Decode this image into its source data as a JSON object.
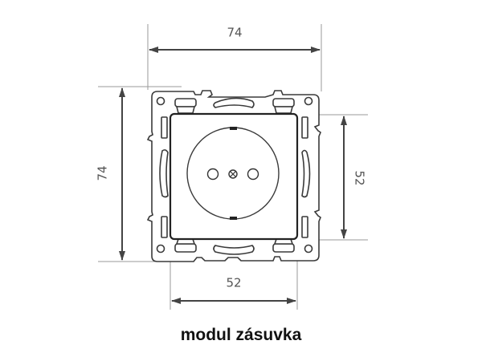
{
  "diagram": {
    "title": "modul zásuvka",
    "dimensions": {
      "top_width": {
        "value": "74",
        "orientation": "horizontal"
      },
      "left_height": {
        "value": "74",
        "orientation": "vertical"
      },
      "right_height": {
        "value": "52",
        "orientation": "vertical"
      },
      "bottom_width": {
        "value": "52",
        "orientation": "horizontal"
      }
    },
    "components": [
      {
        "id": "mounting-frame",
        "label": "mounting frame",
        "size": "74 x 74"
      },
      {
        "id": "socket-module",
        "label": "socket module",
        "size": "52 x 52"
      },
      {
        "id": "socket-face",
        "label": "socket face with two pin holes and center screw"
      }
    ],
    "colors": {
      "line": "#3a3a3a",
      "dimension_line": "#444444",
      "extension_line": "#9a9a9a",
      "text": "#555555",
      "caption": "#111111",
      "background": "#ffffff"
    }
  }
}
